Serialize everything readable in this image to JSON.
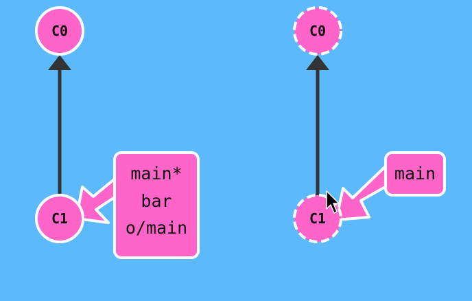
{
  "colors": {
    "background": "#5cb9fb",
    "commit_fill": "#ff64c8",
    "commit_stroke": "#ffffff",
    "edge": "#333333",
    "branch_fill": "#ff64c8",
    "branch_stroke": "#ffffff",
    "text": "#111111"
  },
  "left_graph": {
    "commits": [
      {
        "id": "C0",
        "label": "C0"
      },
      {
        "id": "C1",
        "label": "C1"
      }
    ],
    "branch_labels": [
      "main*",
      "bar",
      "o/main"
    ]
  },
  "right_graph": {
    "commits": [
      {
        "id": "C0",
        "label": "C0",
        "style": "dashed"
      },
      {
        "id": "C1",
        "label": "C1",
        "style": "dashed"
      }
    ],
    "branch_labels": [
      "main"
    ]
  },
  "cursor_icon": "mouse-pointer-icon"
}
